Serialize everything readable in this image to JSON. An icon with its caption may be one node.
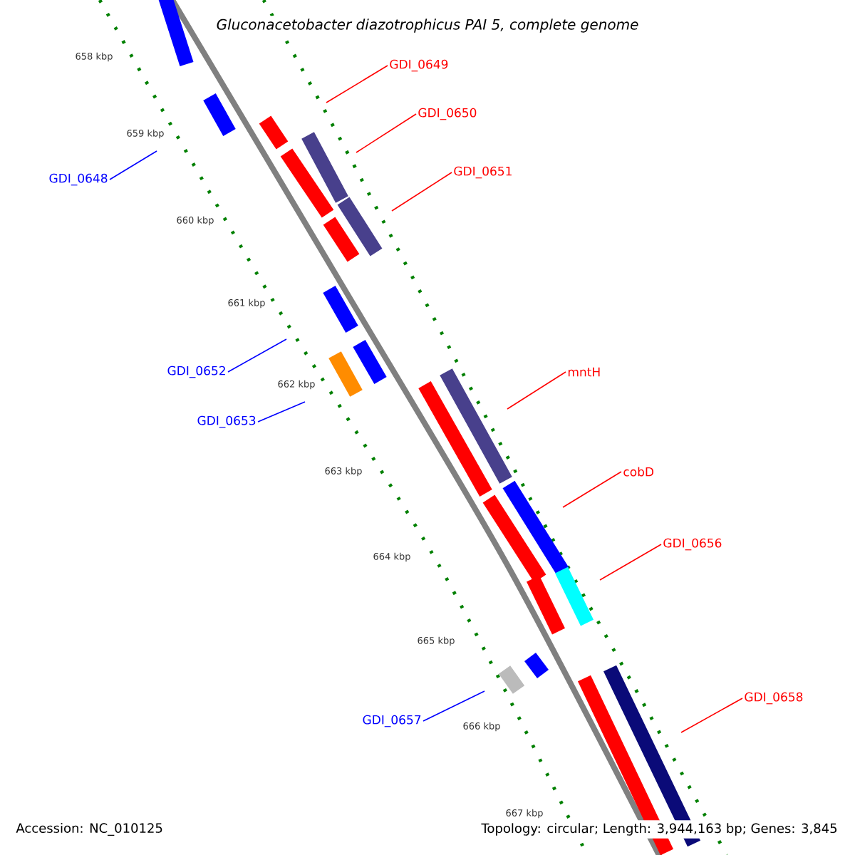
{
  "diagram": {
    "title": "Gluconacetobacter diazotrophicus PAI 5, complete genome",
    "nodes": [
      {
        "text": [
          "GDI_0649"
        ]
      },
      {
        "text": [
          "GDI_0650"
        ]
      },
      {
        "text": [
          "GDI_0651"
        ]
      },
      {
        "text": [
          "GDI_0648"
        ]
      },
      {
        "text": [
          "GDI_0652"
        ]
      },
      {
        "text": [
          "mntH"
        ]
      },
      {
        "text": [
          "GDI_0653"
        ]
      },
      {
        "text": [
          "cobD"
        ]
      },
      {
        "text": [
          "GDI_0656"
        ]
      },
      {
        "text": [
          "GDI_0658"
        ]
      },
      {
        "text": [
          "GDI_0657"
        ]
      }
    ],
    "edges": [
      {
        "from": 0,
        "to": null,
        "arrow": "none"
      },
      {
        "from": 1,
        "to": null,
        "arrow": "none"
      },
      {
        "from": 2,
        "to": null,
        "arrow": "none"
      },
      {
        "from": 3,
        "to": null,
        "arrow": "none",
        "color": "#0000ff"
      },
      {
        "from": 4,
        "to": null,
        "arrow": "none",
        "color": "#0000ff"
      },
      {
        "from": 5,
        "to": null,
        "arrow": "none"
      },
      {
        "from": 6,
        "to": null,
        "arrow": "none",
        "color": "#0000ff"
      },
      {
        "from": 7,
        "to": null,
        "arrow": "none"
      },
      {
        "from": 8,
        "to": null,
        "arrow": "none"
      },
      {
        "from": 9,
        "to": null,
        "arrow": "none"
      },
      {
        "from": 10,
        "to": null,
        "arrow": "none",
        "color": "#0000ff"
      }
    ],
    "labels": [
      "658 kbp",
      "659 kbp",
      "660 kbp",
      "661 kbp",
      "662 kbp",
      "663 kbp",
      "664 kbp",
      "665 kbp",
      "666 kbp",
      "667 kbp",
      "Accession: NC_010125",
      "Topology: circular; Length: 3,944,163 bp; Genes: 3,845"
    ]
  }
}
